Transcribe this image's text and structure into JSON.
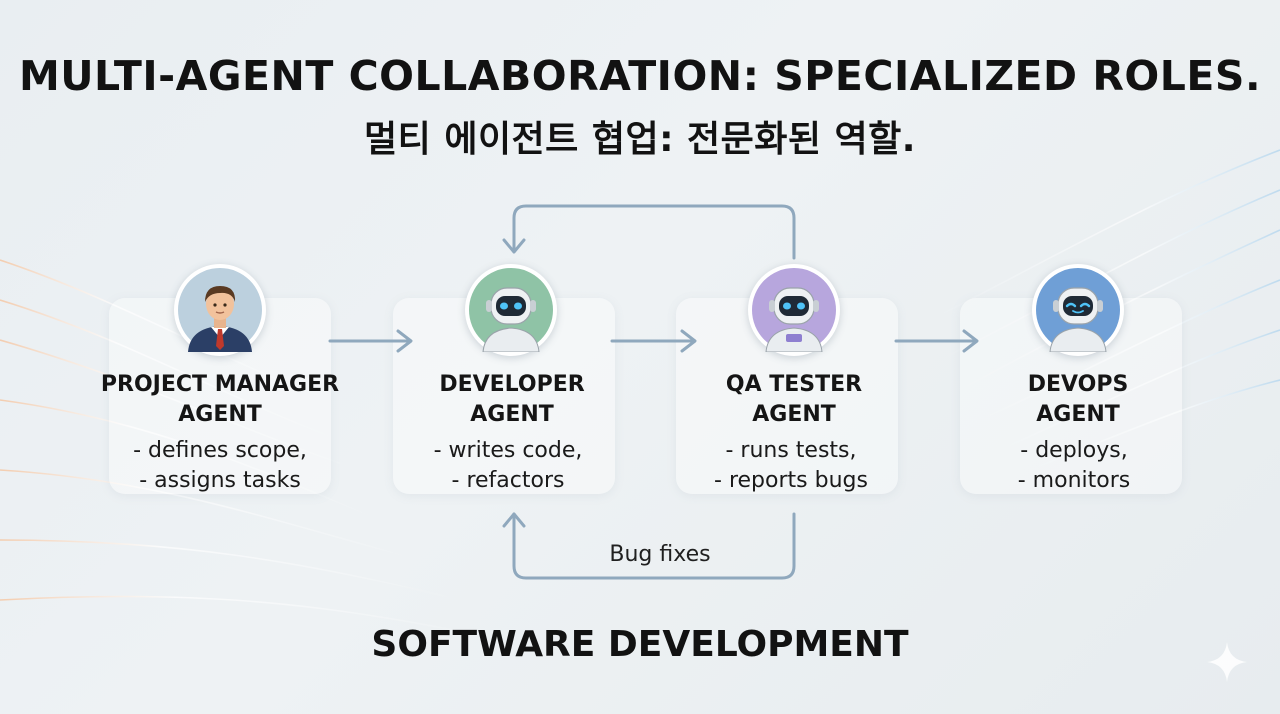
{
  "title": {
    "english": "MULTI-AGENT COLLABORATION: SPECIALIZED ROLES.",
    "korean": "멀티 에이전트 협업: 전문화된 역할."
  },
  "agents": [
    {
      "name_line1": "PROJECT MANAGER",
      "name_line2": "AGENT",
      "desc_line1": "- defines scope,",
      "desc_line2": "- assigns tasks",
      "avatar_icon": "manager-icon",
      "accent": "#9fb7c9"
    },
    {
      "name_line1": "DEVELOPER",
      "name_line2": "AGENT",
      "desc_line1": "- writes code,",
      "desc_line2": "- refactors",
      "avatar_icon": "robot-icon",
      "accent": "#8fc3a6"
    },
    {
      "name_line1": "QA TESTER",
      "name_line2": "AGENT",
      "desc_line1": "- runs tests,",
      "desc_line2": "- reports bugs",
      "avatar_icon": "robot-icon",
      "accent": "#b7a6dd"
    },
    {
      "name_line1": "DEVOPS",
      "name_line2": "AGENT",
      "desc_line1": "- deploys,",
      "desc_line2": "- monitors",
      "avatar_icon": "robot-icon",
      "accent": "#6f9fd6"
    }
  ],
  "feedback_label": "Bug fixes",
  "footer": "SOFTWARE DEVELOPMENT",
  "colors": {
    "arrow": "#8fa8bd",
    "background": "#eaeff2"
  }
}
